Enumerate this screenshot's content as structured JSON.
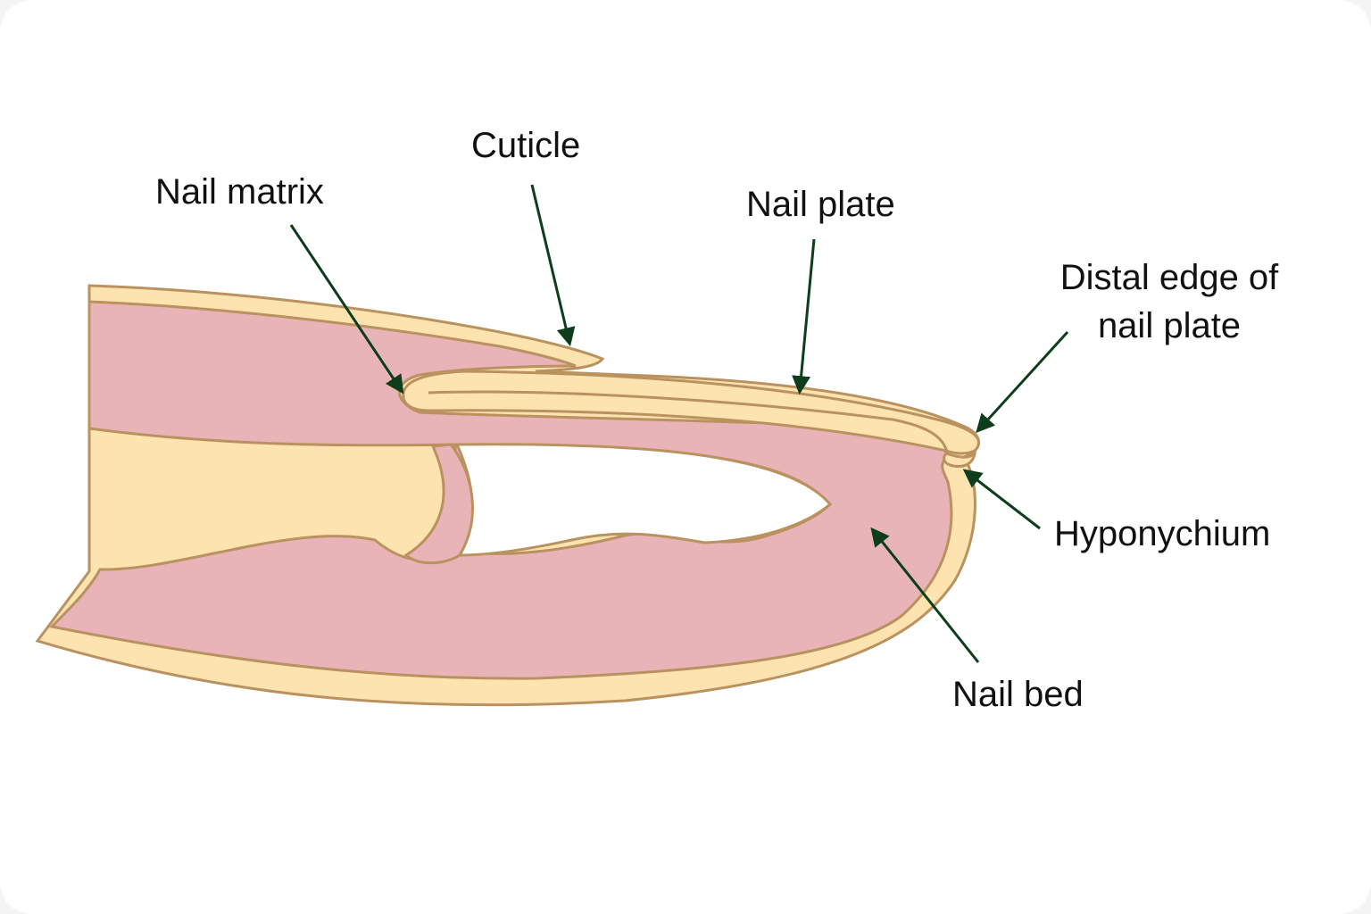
{
  "diagram": {
    "colors": {
      "soft_tissue": "#e8b4b8",
      "nail_layer": "#fde3b0",
      "outline": "#b9925f",
      "arrow": "#0d3d1a",
      "background": "#ffffff"
    },
    "labels": {
      "nail_matrix": "Nail matrix",
      "cuticle": "Cuticle",
      "nail_plate": "Nail plate",
      "distal_edge_line1": "Distal edge of",
      "distal_edge_line2": "nail plate",
      "hyponychium": "Hyponychium",
      "nail_bed": "Nail bed"
    }
  }
}
